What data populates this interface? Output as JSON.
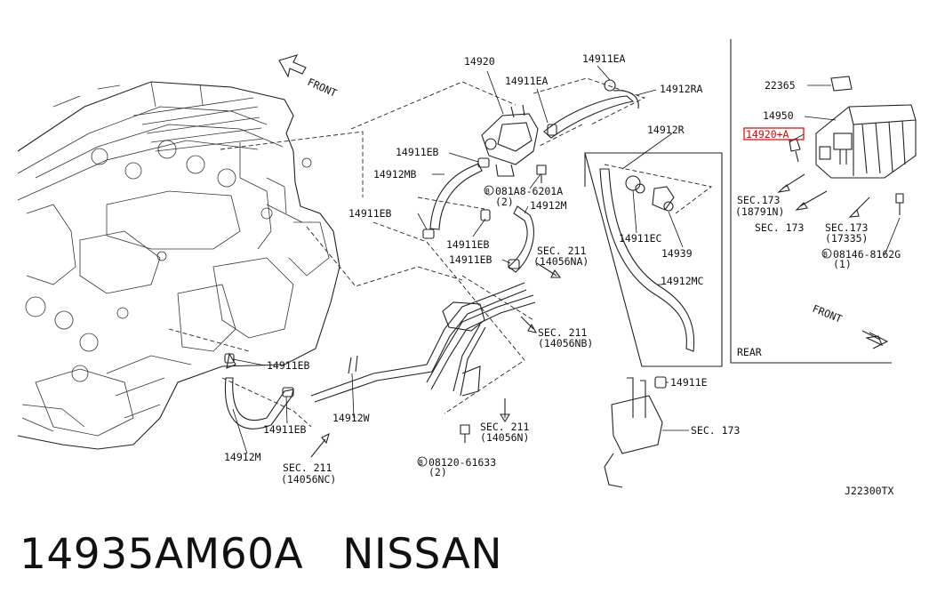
{
  "diagram": {
    "front_main": "FRONT",
    "front_inset": "FRONT",
    "rear_inset": "REAR",
    "drawing_code": "J22300TX",
    "callouts": {
      "c14920": "14920",
      "c14911EA_top": "14911EA",
      "c14911EA_mid": "14911EA",
      "c14912RA": "14912RA",
      "c14911EB_a": "14911EB",
      "c14912MB": "14912MB",
      "c081A8": "081A8-6201A",
      "c081A8_qty": "(2)",
      "c14912M_mid": "14912M",
      "c14911EB_b": "14911EB",
      "c14911EB_c": "14911EB",
      "c14911EB_d": "14911EB",
      "c14912R": "14912R",
      "c14911EC": "14911EC",
      "c14939": "14939",
      "c14912MC": "14912MC",
      "sec211_na": "SEC. 211",
      "sec211_na_ref": "(14056NA)",
      "sec211_nb": "SEC. 211",
      "sec211_nb_ref": "(14056NB)",
      "sec211_n": "SEC. 211",
      "sec211_n_ref": "(14056N)",
      "sec211_nc": "SEC. 211",
      "sec211_nc_ref": "(14056NC)",
      "c14911EB_e": "14911EB",
      "c14911EB_f": "14911EB",
      "c14912W": "14912W",
      "c14912M_low": "14912M",
      "c08120": "08120-61633",
      "c08120_qty": "(2)",
      "c14911E": "14911E",
      "sec173_main": "SEC. 173",
      "c22365": "22365",
      "c14950": "14950",
      "c14920A": "14920+A",
      "sec173_a": "SEC.173",
      "sec173_a_ref": "(18791N)",
      "sec173_b": "SEC. 173",
      "sec173_c": "SEC.173",
      "sec173_c_ref": "(17335)",
      "c08146": "08146-8162G",
      "c08146_qty": "(1)"
    }
  },
  "caption": {
    "part_number": "14935AM60A",
    "brand": "NISSAN"
  }
}
